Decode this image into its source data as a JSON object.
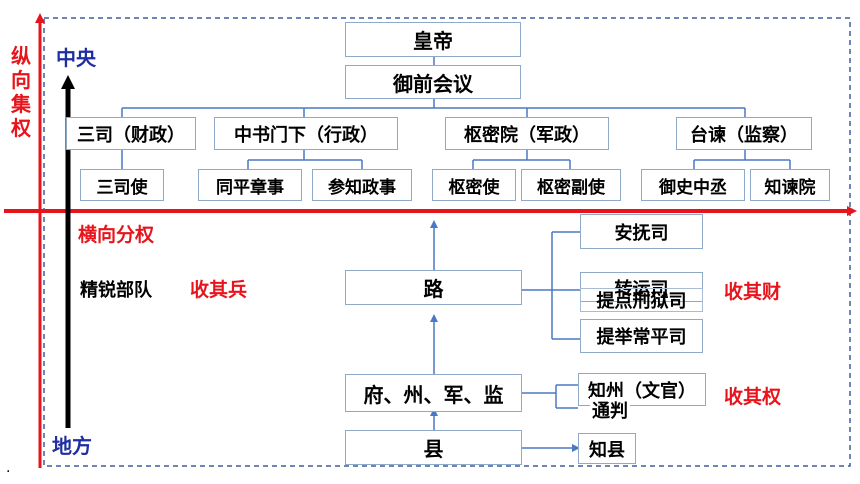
{
  "axis": {
    "vertical_label": [
      "纵",
      "向",
      "集",
      "权"
    ],
    "top": "中央",
    "bottom": "地方",
    "horizontal_label": "横向分权"
  },
  "central": {
    "emperor": "皇帝",
    "council": "御前会议",
    "departments": [
      "三司（财政）",
      "中书门下（行政）",
      "枢密院（军政）",
      "台谏（监察）"
    ],
    "officials": [
      "三司使",
      "同平章事",
      "参知政事",
      "枢密使",
      "枢密副使",
      "御史中丞",
      "知谏院"
    ]
  },
  "local": {
    "lu": "路",
    "lu_offices": [
      "安抚司",
      "转运司",
      "提点刑狱司",
      "提举常平司"
    ],
    "prefecture": "府、州、军、监",
    "prefecture_officials": [
      "知州（文官）",
      "通判"
    ],
    "county": "县",
    "county_official": "知县"
  },
  "measures": {
    "troops": "精锐部队",
    "troops_action": "收其兵",
    "finance_action": "收其财",
    "power_action": "收其权"
  },
  "colors": {
    "axis_red": "#e8141c",
    "label_blue": "#1f2fa0",
    "line_blue": "#4a78c2",
    "box_border": "#8fa9c9",
    "frame_dash": "#3f5b9a"
  },
  "footnote": "."
}
